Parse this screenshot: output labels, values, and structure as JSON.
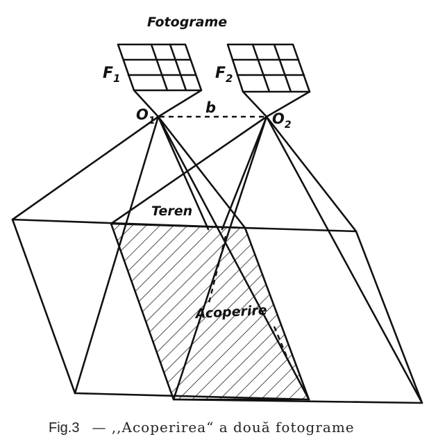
{
  "labels": {
    "fotograme": "Fotograme",
    "f1": "F",
    "f1_sub": "1",
    "f2": "F",
    "f2_sub": "2",
    "o1": "O",
    "o1_sub": "1",
    "o2": "O",
    "o2_sub": "2",
    "base": "b",
    "teren": "Teren",
    "acoperire": "Acoperire"
  },
  "caption": {
    "fig": "Fig.3",
    "text": "— ,,Acoperirea“ a două fotograme"
  }
}
